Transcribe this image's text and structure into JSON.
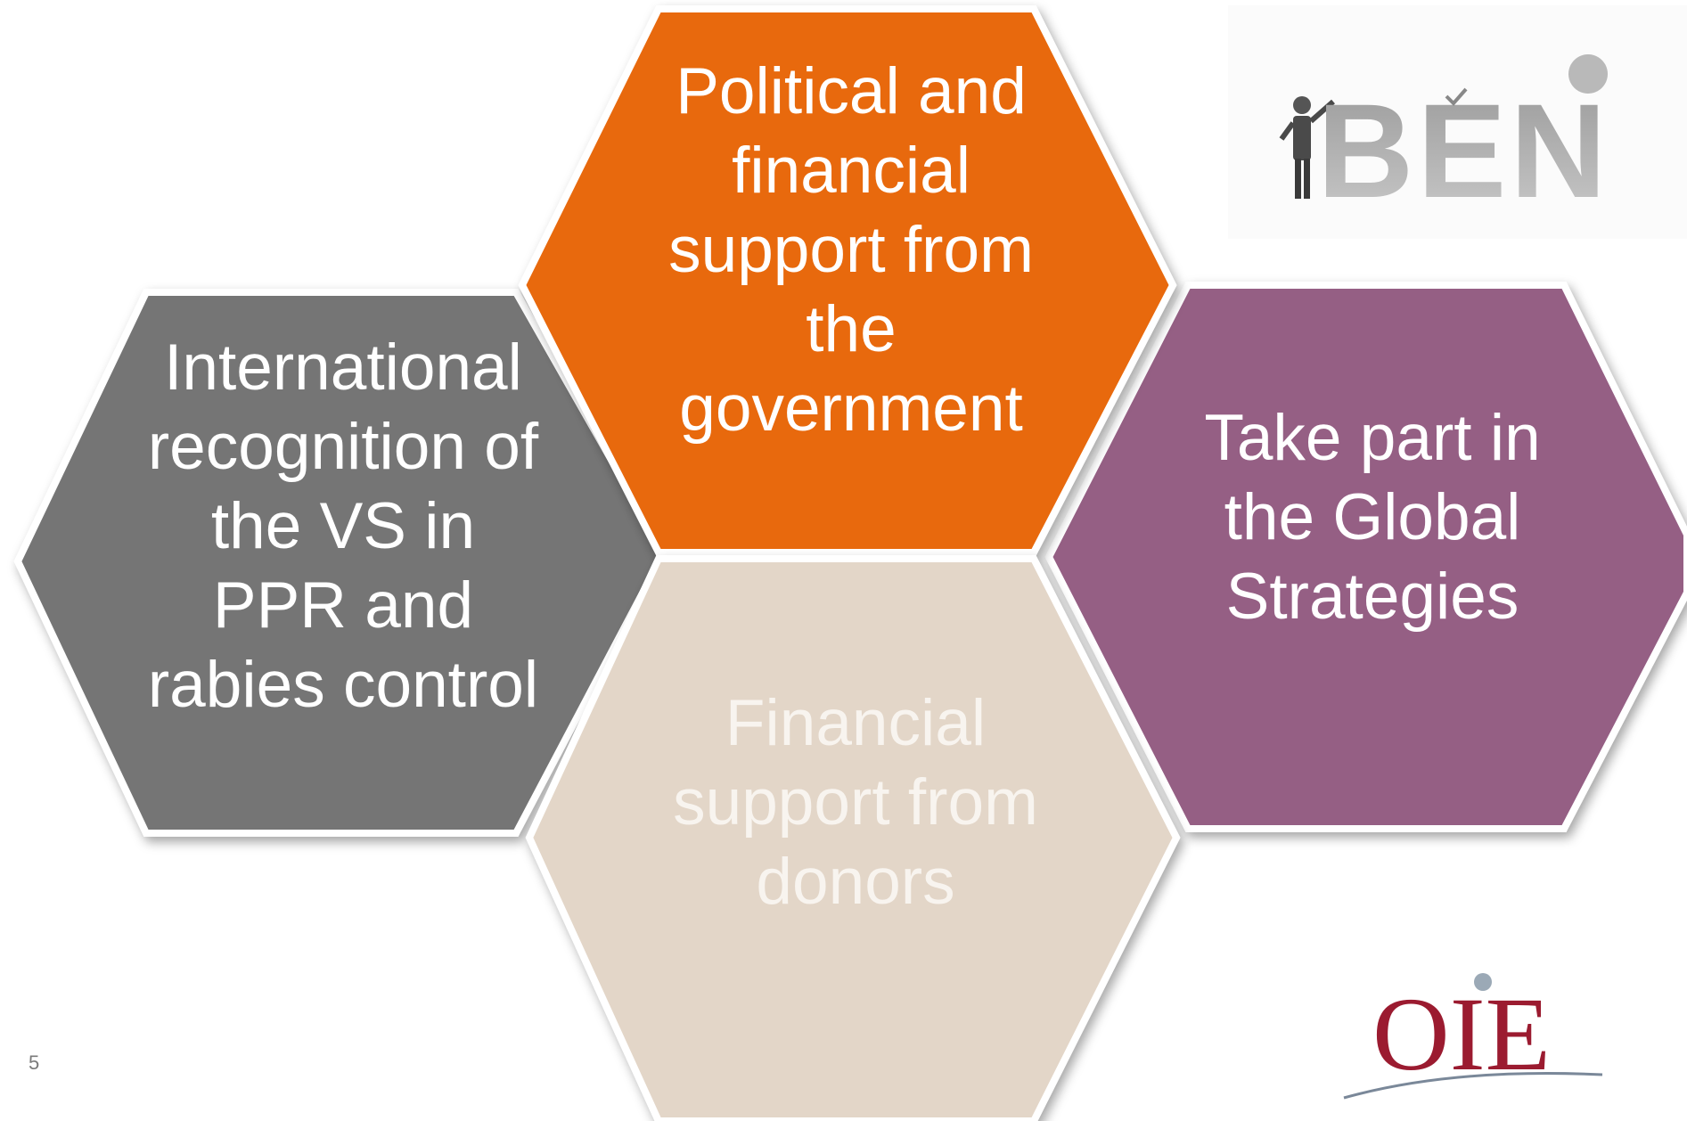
{
  "diagram": {
    "hexagons": [
      {
        "id": "left",
        "text": "International\nrecognition of\nthe VS in\nPPR and\nrabies control",
        "color": "#757575"
      },
      {
        "id": "top",
        "text": "Political and\nfinancial\nsupport from\nthe\ngovernment",
        "color": "#e8690b"
      },
      {
        "id": "right",
        "text": "Take part in\nthe Global\nStrategies",
        "color": "#955e84"
      },
      {
        "id": "bottom",
        "text": "Financial\nsupport from\ndonors",
        "color": "#e3d6c8"
      }
    ]
  },
  "header_image": {
    "text": "BEN",
    "icon": "benefits-illustration"
  },
  "logo": {
    "text": "OIE",
    "color": "#9b1b30"
  },
  "footer": {
    "page_number": "5"
  }
}
